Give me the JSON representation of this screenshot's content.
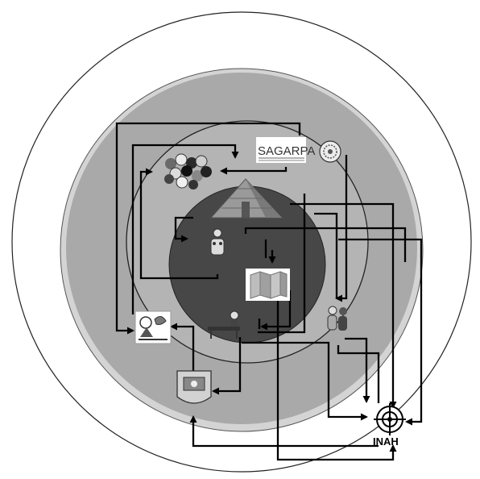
{
  "diagram": {
    "labels": {
      "sagarpa": "SAGARPA",
      "inah": "INAH"
    },
    "nodes": [
      {
        "id": "sagarpa",
        "icon": "sagarpa-logo"
      },
      {
        "id": "seal",
        "icon": "national-seal-icon"
      },
      {
        "id": "crowd",
        "icon": "crowd-icon"
      },
      {
        "id": "pyramid",
        "icon": "pyramid-icon"
      },
      {
        "id": "person",
        "icon": "person-figure-icon"
      },
      {
        "id": "map",
        "icon": "folded-map-icon"
      },
      {
        "id": "group",
        "icon": "group-figures-icon"
      },
      {
        "id": "desk",
        "icon": "person-at-desk-icon"
      },
      {
        "id": "municipal",
        "icon": "municipal-logo-icon"
      },
      {
        "id": "state-seal",
        "icon": "state-seal-icon"
      },
      {
        "id": "inah",
        "icon": "inah-logo"
      }
    ],
    "colors": {
      "outer_ring": "#ffffff",
      "ring2": "#d4d4d4",
      "ring3": "#a9a9a9",
      "ring4": "#b4b4b4",
      "core": "#474747",
      "arrow": "#000000"
    }
  }
}
